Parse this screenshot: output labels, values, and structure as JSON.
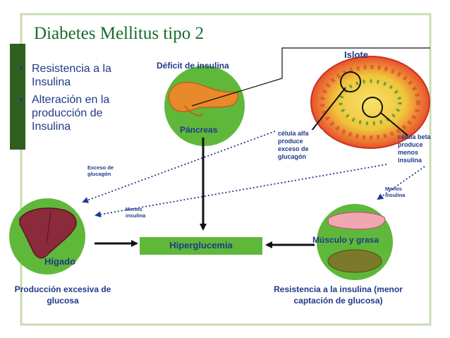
{
  "slide": {
    "title": "Diabetes Mellitus tipo 2",
    "bullets": [
      "Resistencia a la Insulina",
      "Alteración en la producción de Insulina"
    ]
  },
  "diagram": {
    "deficit_label": "Déficit de insulina",
    "pancreas_label": "Páncreas",
    "islote_label": "Islote",
    "alpha_cell": "célula alfa produce exceso de glucagón",
    "beta_cell": "célula beta produce menos insulina",
    "exceso_glucagon": "Exceso de glucagón",
    "menos_insulina_left": "Menos insulina",
    "menos_insulina_right": "Menos insulina",
    "higado_label": "Hígado",
    "produccion_label": "Producción excesiva de glucosa",
    "hiperglucemia_label": "Hiperglucemia",
    "musculo_label": "Músculo y grasa",
    "resistencia_label": "Resistencia a la insulina (menor captación de glucosa)"
  },
  "colors": {
    "title": "#1a6b2a",
    "text_blue": "#1f3a8a",
    "node_green": "#5fb83a",
    "border_green": "#c8dcb2"
  }
}
